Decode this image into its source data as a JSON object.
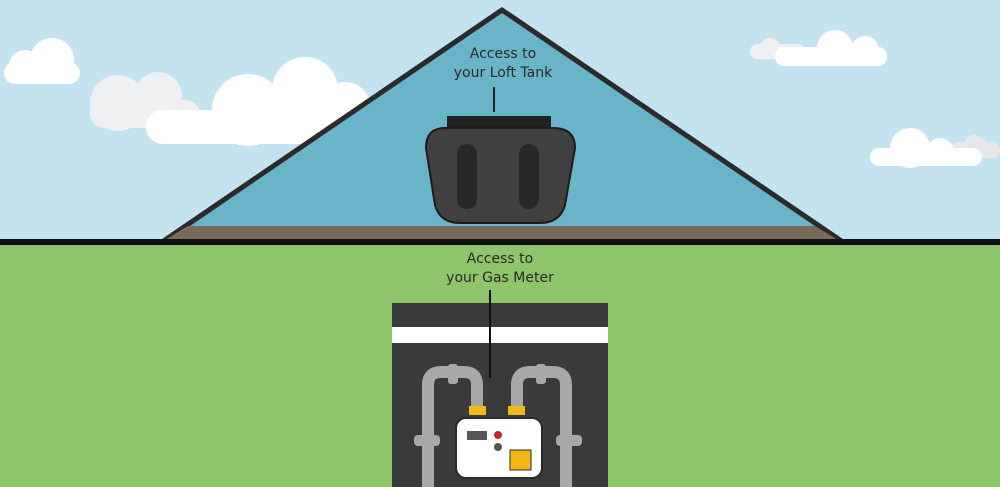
{
  "labels": {
    "loft": {
      "line1": "Access to",
      "line2": "your Loft Tank"
    },
    "gas": {
      "line1": "Access to",
      "line2": "your Gas Meter"
    }
  },
  "colors": {
    "sky": "#c5e3ee",
    "cloud": "#ffffff",
    "grass": "#8ec46a",
    "roof_inner": "#6ab4ca",
    "roof_outline": "#2b2b2b",
    "floor": "#7a6a5a",
    "tank": "#404040",
    "cabinet": "#3a3a3a",
    "pipe": "#a8a8a8",
    "fitting": "#f2b817",
    "meter_body": "#ffffff",
    "meter_dial": "#f2b817"
  }
}
